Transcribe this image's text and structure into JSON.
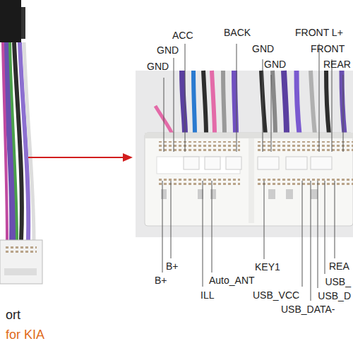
{
  "diagram": {
    "labels": [
      "ACC",
      "GND",
      "GND",
      "BACK",
      "GND",
      "GND",
      "FRONT L+",
      "FRONT",
      "REAR",
      "B+",
      "B+",
      "Auto_ANT",
      "ILL",
      "KEY1",
      "USB_VCC",
      "USB_DATA-",
      "REA",
      "USB_",
      "USB_D",
      "ort",
      "for KIA"
    ]
  }
}
